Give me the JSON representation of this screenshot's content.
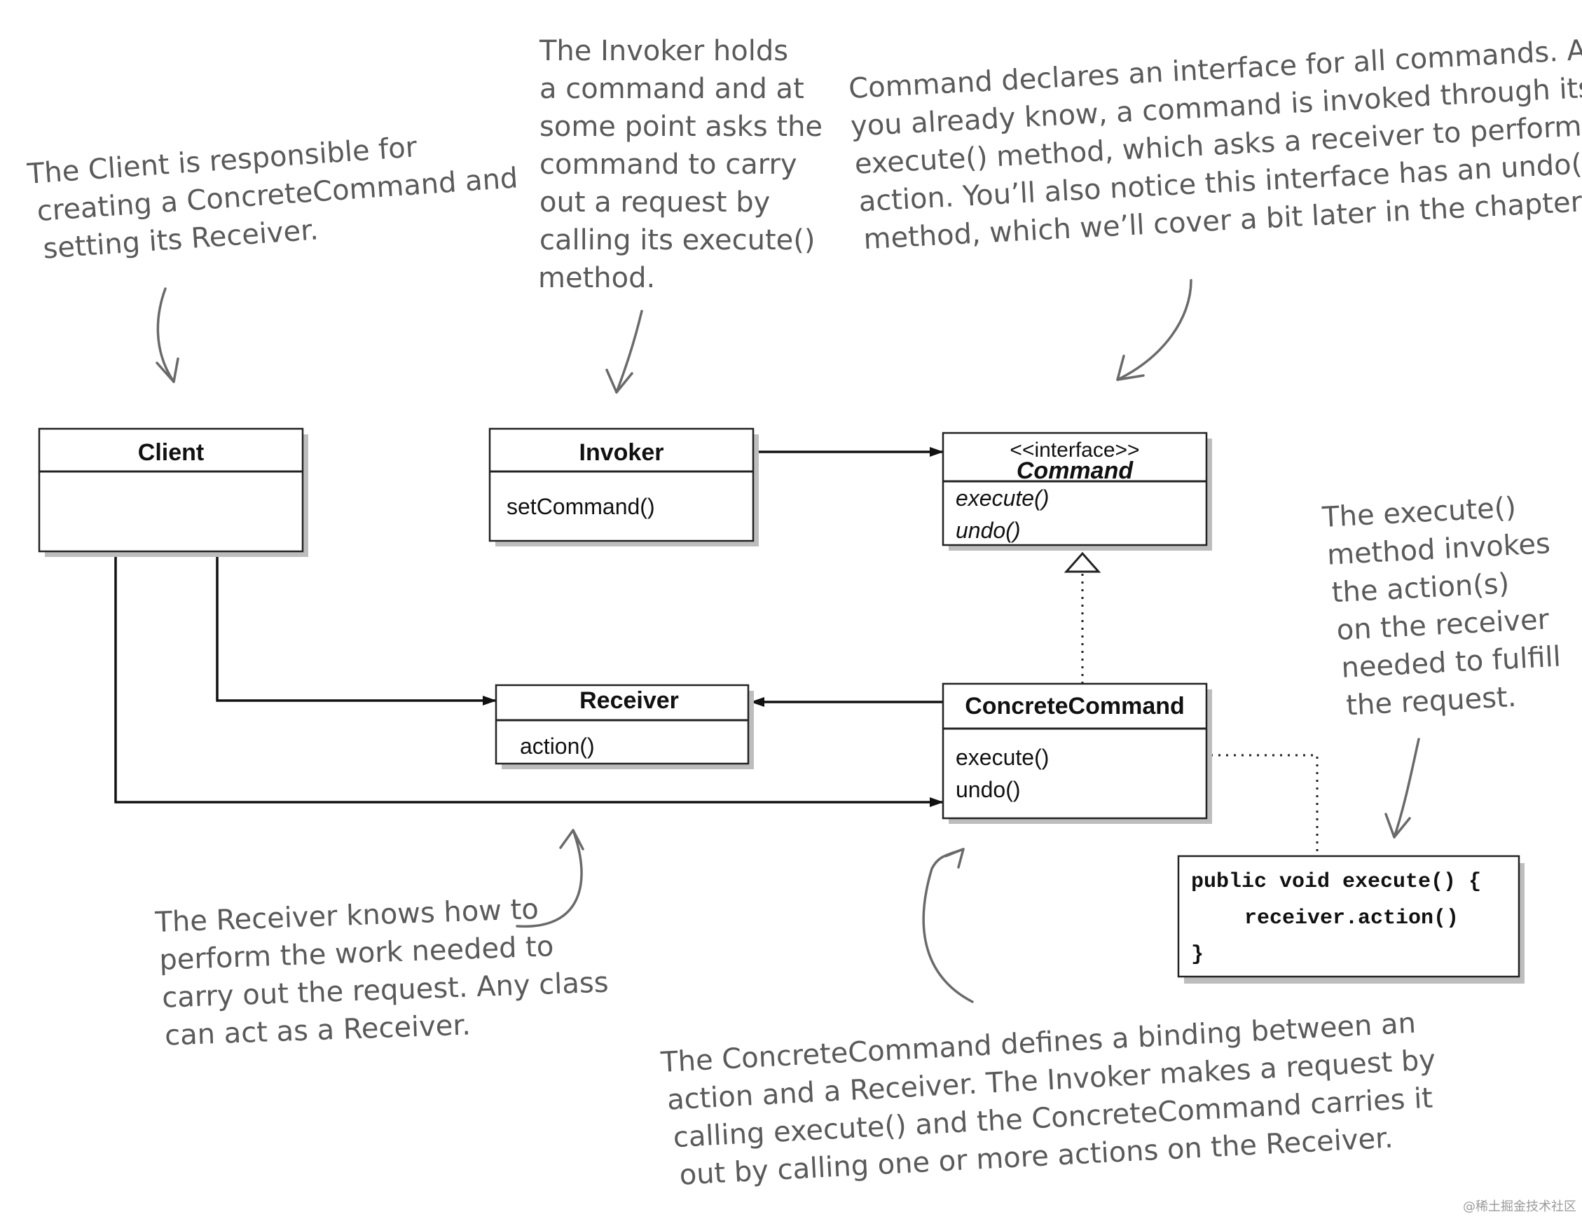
{
  "notes": {
    "client": [
      "The Client is responsible for",
      "creating a ConcreteCommand and",
      "setting its Receiver."
    ],
    "invoker": [
      "The Invoker holds",
      "a command and at",
      "some point asks the",
      "command to carry",
      "out a request by",
      "calling its execute()",
      "method."
    ],
    "command": [
      "Command declares an interface for all commands. As",
      "you already know, a command is invoked through its",
      "execute() method, which asks a receiver to perform an",
      "action. You’ll also notice this interface has an undo()",
      "method, which we’ll cover a bit later in the chapter."
    ],
    "execute": [
      "The execute()",
      "method invokes",
      "the action(s)",
      "on the receiver",
      "needed to fulfill",
      "the request."
    ],
    "receiver": [
      "The Receiver knows how to",
      "perform the work needed to",
      "carry out the request. Any class",
      "can act as a Receiver."
    ],
    "concrete": [
      "The ConcreteCommand defines a binding between an",
      "action and a Receiver. The Invoker makes a request by",
      "calling execute() and the ConcreteCommand carries it",
      "out by calling one or more actions on the Receiver."
    ]
  },
  "classes": {
    "client": {
      "name": "Client"
    },
    "invoker": {
      "name": "Invoker",
      "methods": [
        "setCommand()"
      ]
    },
    "command": {
      "stereotype": "<<interface>>",
      "name": "Command",
      "methods": [
        "execute()",
        "undo()"
      ]
    },
    "receiver": {
      "name": "Receiver",
      "methods": [
        "action()"
      ]
    },
    "concrete": {
      "name": "ConcreteCommand",
      "methods": [
        "execute()",
        "undo()"
      ]
    }
  },
  "code": [
    "public void execute() {",
    "receiver.action()",
    "}"
  ],
  "watermark": "@稀土掘金技术社区"
}
